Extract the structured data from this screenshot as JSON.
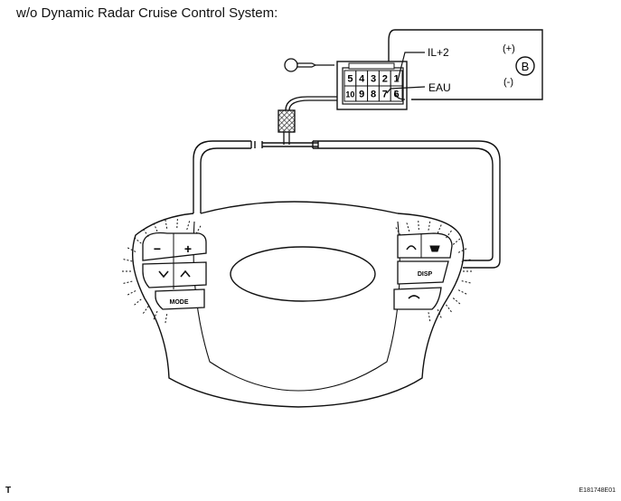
{
  "diagram": {
    "title": "w/o Dynamic Radar Cruise Control System:",
    "connector_pins_top": [
      "5",
      "4",
      "3",
      "2",
      "1"
    ],
    "connector_pins_bottom": [
      "10",
      "9",
      "8",
      "7",
      "6"
    ],
    "labels": {
      "il2": "IL+2",
      "eau": "EAU",
      "plus": "(+)",
      "minus": "(-)",
      "b": "B"
    },
    "switch_labels": {
      "mode": "MODE",
      "disp": "DISP",
      "minus_btn": "−",
      "plus_btn": "+"
    },
    "corner_left": "T",
    "corner_right": "E181748E01"
  }
}
